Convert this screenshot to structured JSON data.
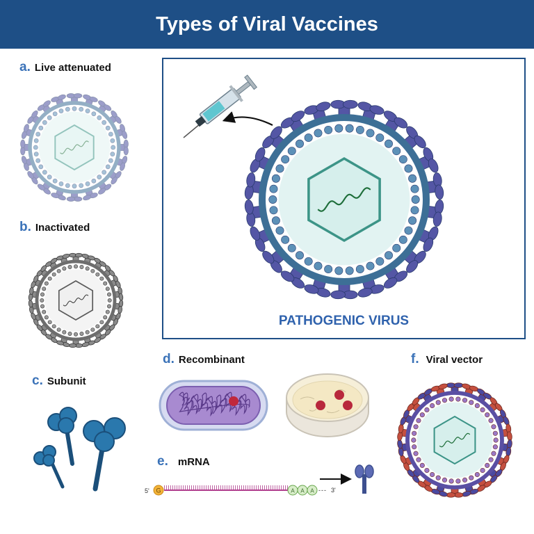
{
  "title": "Types of Viral Vaccines",
  "panels": {
    "a": {
      "letter": "a.",
      "label": "Live attenuated"
    },
    "b": {
      "letter": "b.",
      "label": "Inactivated"
    },
    "c": {
      "letter": "c.",
      "label": "Subunit"
    },
    "d": {
      "letter": "d.",
      "label": "Recombinant"
    },
    "e": {
      "letter": "e.",
      "label": "mRNA"
    },
    "f": {
      "letter": "f.",
      "label": "Viral vector"
    }
  },
  "main": {
    "label": "PATHOGENIC VIRUS"
  },
  "mrna": {
    "five_prime": "5'",
    "cap": "G",
    "tail": [
      "A",
      "A",
      "A"
    ],
    "three_prime": "3'"
  },
  "colors": {
    "header": "#1e4f86",
    "letter_accent": "#3a72b8",
    "pathogenic_virus": "#3d6f96",
    "pathogenic_spike": "#5456a5",
    "inactivated_virus": "#6d6d6d",
    "viral_vector_spike": "#c5503f",
    "subunit_protein": "#2a78ad"
  },
  "icons": [
    "syringe-icon",
    "virus-icon",
    "bacterium-icon",
    "petri-dish-icon",
    "antibody-protein-icon",
    "subunit-protein-icon"
  ]
}
